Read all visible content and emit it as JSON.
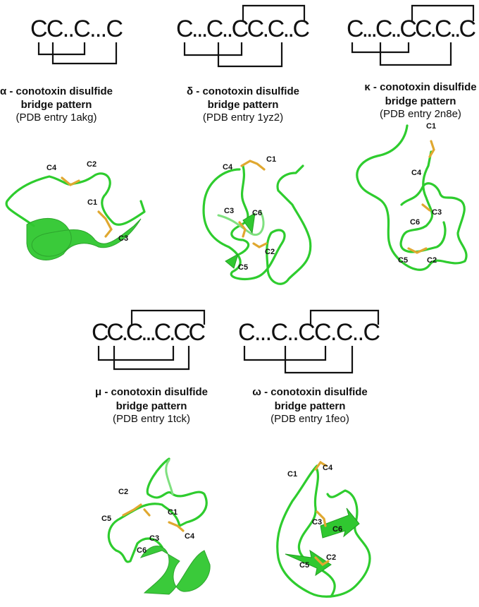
{
  "panels": [
    {
      "id": "alpha",
      "pattern": "CC..C...C",
      "title": "α - conotoxin disulfide",
      "title2": "bridge pattern",
      "pdb": "(PDB entry 1akg)",
      "labels": [
        "C1",
        "C2",
        "C3",
        "C4"
      ]
    },
    {
      "id": "delta",
      "pattern": "C...C..CC.C..C",
      "title": "δ - conotoxin disulfide",
      "title2": "bridge pattern",
      "pdb": "(PDB entry 1yz2)",
      "labels": [
        "C1",
        "C2",
        "C3",
        "C4",
        "C5",
        "C6"
      ]
    },
    {
      "id": "kappa",
      "pattern": "C...C..CC.C..C",
      "title": "κ - conotoxin disulfide",
      "title2": "bridge pattern",
      "pdb": "(PDB entry 2n8e)",
      "labels": [
        "C1",
        "C2",
        "C3",
        "C4",
        "C5",
        "C6"
      ]
    },
    {
      "id": "mu",
      "pattern": "CC.C...C.CC",
      "title": "μ - conotoxin disulfide",
      "title2": "bridge pattern",
      "pdb": "(PDB entry 1tck)",
      "labels": [
        "C1",
        "C2",
        "C3",
        "C4",
        "C5",
        "C6"
      ]
    },
    {
      "id": "omega",
      "pattern": "C...C..CC.C..C",
      "title": "ω - conotoxin disulfide",
      "title2": "bridge pattern",
      "pdb": "(PDB entry 1feo)",
      "labels": [
        "C1",
        "C2",
        "C3",
        "C4",
        "C5",
        "C6"
      ]
    }
  ],
  "colors": {
    "backbone": "#2ecc2e",
    "disulfide": "#e0a830",
    "text": "#111111"
  }
}
